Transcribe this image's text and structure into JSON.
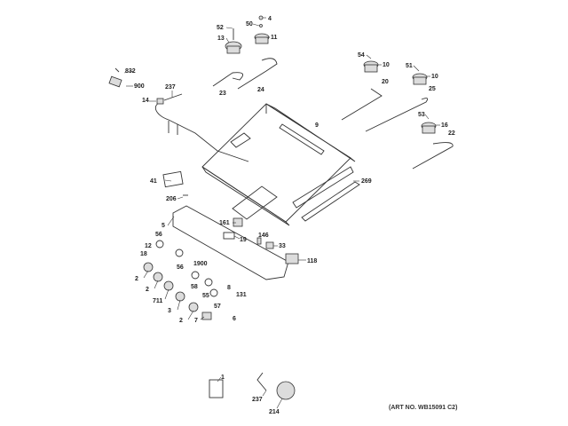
{
  "diagram": {
    "title": "Control panel & burner valve assembly exploded view",
    "art_number": "(ART NO. WB15091 C2)",
    "callouts": [
      {
        "id": "c-4",
        "label": "4"
      },
      {
        "id": "c-50",
        "label": "50"
      },
      {
        "id": "c-11",
        "label": "11"
      },
      {
        "id": "c-52",
        "label": "52"
      },
      {
        "id": "c-13",
        "label": "13"
      },
      {
        "id": "c-23",
        "label": "23"
      },
      {
        "id": "c-24",
        "label": "24"
      },
      {
        "id": "c-832",
        "label": "832"
      },
      {
        "id": "c-900",
        "label": "900"
      },
      {
        "id": "c-237a",
        "label": "237"
      },
      {
        "id": "c-14",
        "label": "14"
      },
      {
        "id": "c-54",
        "label": "54"
      },
      {
        "id": "c-10a",
        "label": "10"
      },
      {
        "id": "c-20",
        "label": "20"
      },
      {
        "id": "c-51",
        "label": "51"
      },
      {
        "id": "c-10b",
        "label": "10"
      },
      {
        "id": "c-25",
        "label": "25"
      },
      {
        "id": "c-53",
        "label": "53"
      },
      {
        "id": "c-16",
        "label": "16"
      },
      {
        "id": "c-22",
        "label": "22"
      },
      {
        "id": "c-9",
        "label": "9"
      },
      {
        "id": "c-269",
        "label": "269"
      },
      {
        "id": "c-41",
        "label": "41"
      },
      {
        "id": "c-206",
        "label": "206"
      },
      {
        "id": "c-5",
        "label": "5"
      },
      {
        "id": "c-161",
        "label": "161"
      },
      {
        "id": "c-19",
        "label": "19"
      },
      {
        "id": "c-146",
        "label": "146"
      },
      {
        "id": "c-33",
        "label": "33"
      },
      {
        "id": "c-118",
        "label": "118"
      },
      {
        "id": "c-56a",
        "label": "56"
      },
      {
        "id": "c-12",
        "label": "12"
      },
      {
        "id": "c-18",
        "label": "18"
      },
      {
        "id": "c-56b",
        "label": "56"
      },
      {
        "id": "c-1900",
        "label": "1900"
      },
      {
        "id": "c-58",
        "label": "58"
      },
      {
        "id": "c-55",
        "label": "55"
      },
      {
        "id": "c-57",
        "label": "57"
      },
      {
        "id": "c-8",
        "label": "8"
      },
      {
        "id": "c-131",
        "label": "131"
      },
      {
        "id": "c-6",
        "label": "6"
      },
      {
        "id": "c-2a",
        "label": "2"
      },
      {
        "id": "c-2b",
        "label": "2"
      },
      {
        "id": "c-711",
        "label": "711"
      },
      {
        "id": "c-3",
        "label": "3"
      },
      {
        "id": "c-2c",
        "label": "2"
      },
      {
        "id": "c-7",
        "label": "7"
      },
      {
        "id": "c-1",
        "label": "1"
      },
      {
        "id": "c-237b",
        "label": "237"
      },
      {
        "id": "c-214",
        "label": "214"
      }
    ]
  }
}
